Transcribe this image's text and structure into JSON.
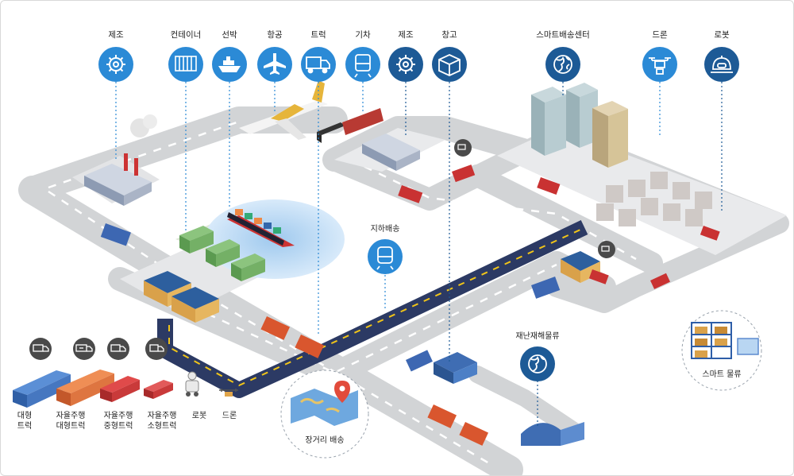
{
  "top_labels": {
    "manufacturing_1": "제조",
    "container": "컨테이너",
    "ship": "선박",
    "aviation": "항공",
    "truck": "트럭",
    "train": "기차",
    "manufacturing_2": "제조",
    "warehouse": "창고",
    "smart_center": "스마트배송센터",
    "drone": "드론",
    "robot": "로봇"
  },
  "mid_labels": {
    "underground": "지하배송",
    "disaster": "재난재해물류",
    "long_distance": "장거리 배송",
    "smart_logistics": "스마트 물류"
  },
  "bottom_labels": {
    "large_truck": [
      "대형",
      "트럭"
    ],
    "auto_large": [
      "자율주행",
      "대형트럭"
    ],
    "auto_medium": [
      "자율주행",
      "중형트럭"
    ],
    "auto_small": [
      "자율주행",
      "소형트럭"
    ],
    "robot": [
      "로봇"
    ],
    "drone": [
      "드론"
    ]
  },
  "colors": {
    "icon_blue_light": "#2b8ad6",
    "icon_blue_dark": "#1d5a96",
    "road": "#d4d6d8",
    "highway": "#2c3a64",
    "water": "#bcd9f2"
  }
}
